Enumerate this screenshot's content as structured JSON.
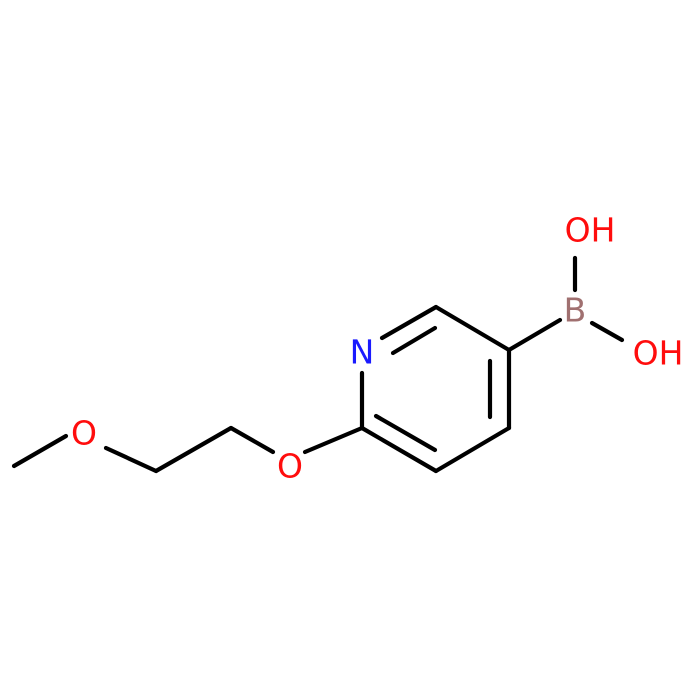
{
  "atoms": {
    "n1": {
      "symbol": "N",
      "color": "#1a1aff"
    },
    "o_ether1": {
      "symbol": "O",
      "color": "#ff0d0d"
    },
    "o_ether2": {
      "symbol": "O",
      "color": "#ff0d0d"
    },
    "b1": {
      "symbol": "B",
      "color": "#a07070"
    },
    "oh1": {
      "symbol": "OH",
      "color": "#ff0d0d"
    },
    "oh2": {
      "symbol": "OH",
      "color": "#ff0d0d"
    }
  },
  "bond_color": "#000000"
}
